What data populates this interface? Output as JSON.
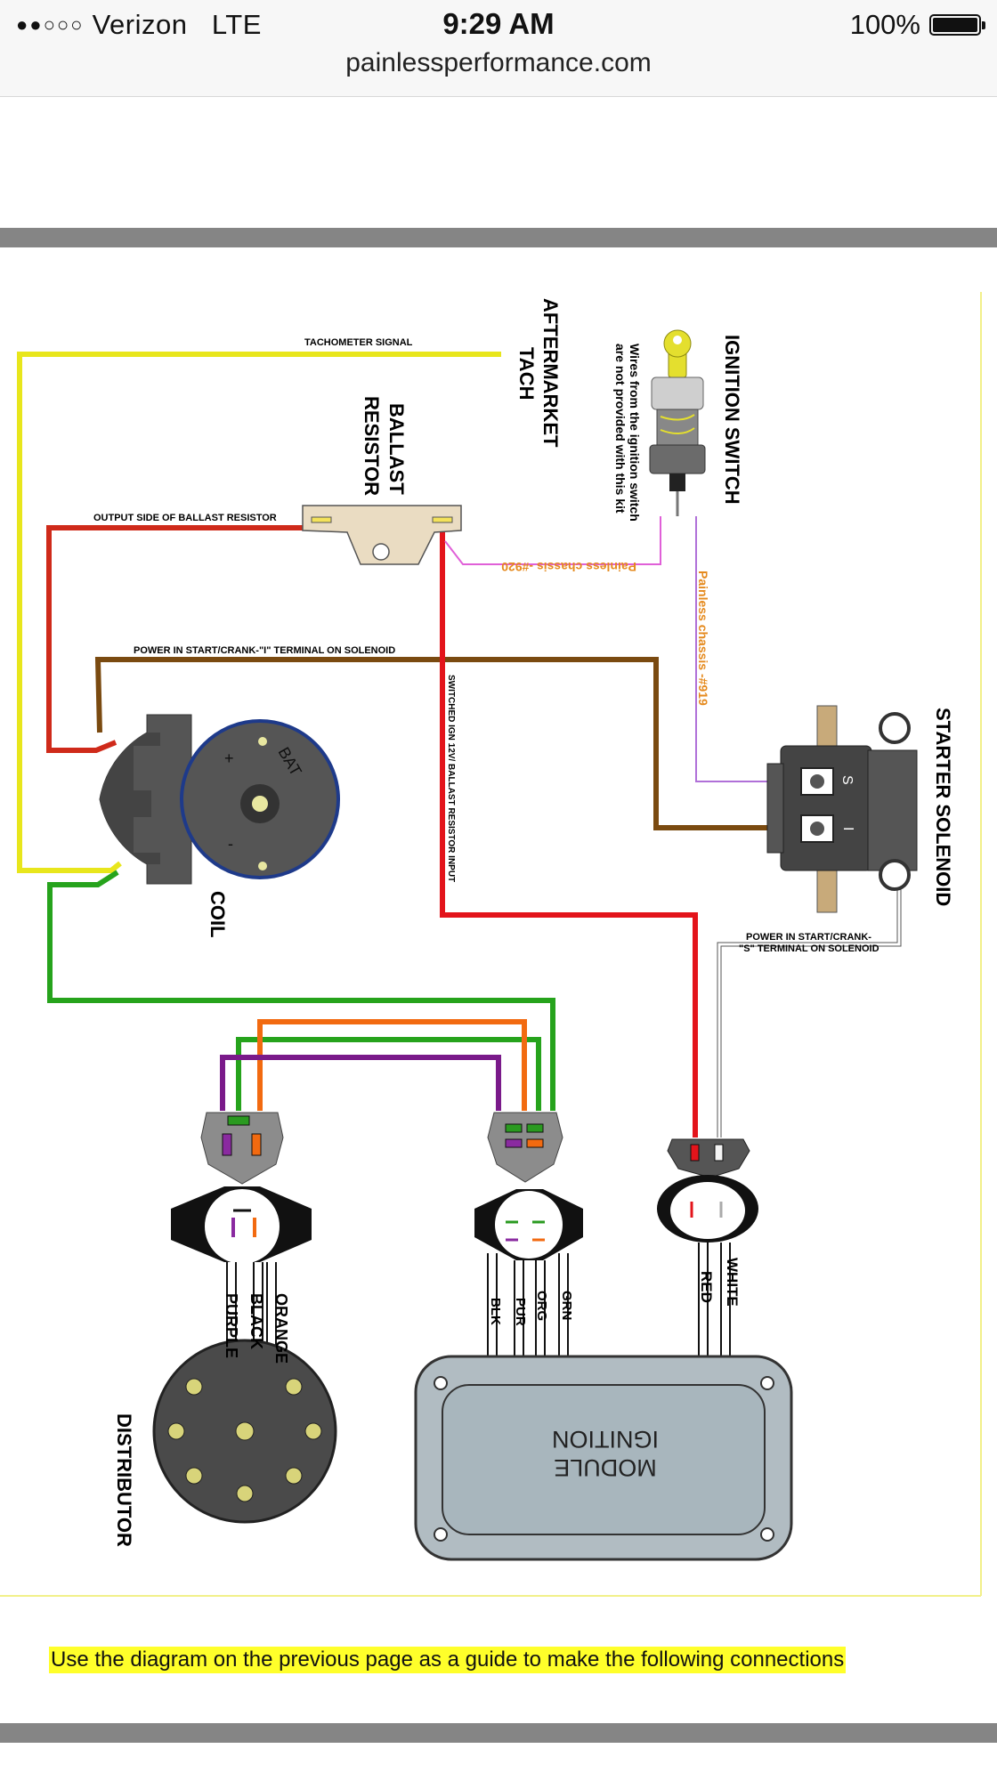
{
  "status_bar": {
    "signal_dots": "●●○○○",
    "carrier": "Verizon",
    "network": "LTE",
    "time": "9:29 AM",
    "battery_percent": "100%",
    "url": "painlessperformance.com"
  },
  "diagram": {
    "labels": {
      "tach_signal": "TACHOMETER SIGNAL",
      "aftermarket_tach_1": "AFTERMARKET",
      "aftermarket_tach_2": "TACH",
      "ballast_resistor_1": "BALLAST",
      "ballast_resistor_2": "RESISTOR",
      "ignition_switch": "IGNITION SWITCH",
      "wires_note_1": "Wires from the ignition switch",
      "wires_note_2": "are not provided with this kit",
      "chassis_920": "Painless chassis -#920",
      "chassis_919": "Painless chassis -#919",
      "output_ballast": "OUTPUT SIDE OF BALLAST RESISTOR",
      "power_i": "POWER IN START/CRANK-\"I\" TERMINAL ON SOLENOID",
      "switched_ign": "SWITCHED IGN 12V/ BALLAST RESISTOR INPUT",
      "starter_solenoid": "STARTER SOLENOID",
      "power_s_1": "POWER IN START/CRANK-",
      "power_s_2": "\"S\" TERMINAL ON SOLENOID",
      "coil": "COIL",
      "coil_bat": "BAT",
      "coil_plus": "+",
      "coil_minus": "-",
      "solenoid_s": "S",
      "solenoid_i": "I",
      "orange": "ORANGE",
      "black": "BLACK",
      "purple": "PURPLE",
      "distributor": "DISTRIBUTOR",
      "blk": "BLK",
      "pur": "PUR",
      "org": "ORG",
      "grn": "GRN",
      "red": "RED",
      "white": "WHITE",
      "ignition_module_1": "IGNITION",
      "ignition_module_2": "MODULE"
    },
    "wire_colors": {
      "yellow": "#e8e61c",
      "red": "#e3141b",
      "brown": "#7a4a10",
      "green": "#26a31c",
      "orange": "#f26a10",
      "purple": "#7a1a8a",
      "pink": "#e060d8",
      "violet": "#b070d8",
      "chassis_label": "#e58a1e"
    }
  },
  "caption": "Use the diagram on the previous page as a guide to make the following connections"
}
